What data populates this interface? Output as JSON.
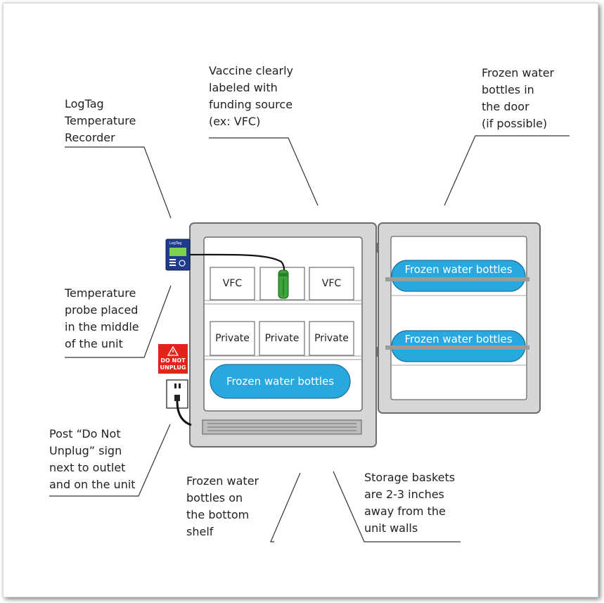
{
  "labels": {
    "logtag": "LogTag\nTemperature\nRecorder",
    "vaccine": "Vaccine clearly\nlabeled with\nfunding source\n(ex: VFC)",
    "door_bottles": "Frozen water\nbottles in\nthe door\n(if possible)",
    "probe": "Temperature\nprobe placed\nin the middle\nof the unit",
    "sign": "Post “Do Not\nUnplug” sign\nnext to outlet\nand on the unit",
    "bottom_bottles": "Frozen water\nbottles on\nthe bottom\nshelf",
    "baskets": "Storage baskets\nare 2-3 inches\naway from the\nunit walls"
  },
  "shelves": {
    "top": [
      "VFC",
      "",
      "VFC"
    ],
    "middle": [
      "Private",
      "Private",
      "Private"
    ]
  },
  "bottles": {
    "bottom": "Frozen water bottles",
    "door_top": "Frozen water bottles",
    "door_bottom": "Frozen water bottles"
  },
  "sign": {
    "line1": "DO NOT",
    "line2": "UNPLUG"
  },
  "logtag_device": {
    "brand": "LogTag"
  },
  "colors": {
    "fridge_body": "#d6d6d8",
    "fridge_outline": "#6d6d6d",
    "bottle": "#29a8e0",
    "probe": "#3aa63a",
    "sign": "#e2231a",
    "logtag": "#1f3b8c"
  }
}
